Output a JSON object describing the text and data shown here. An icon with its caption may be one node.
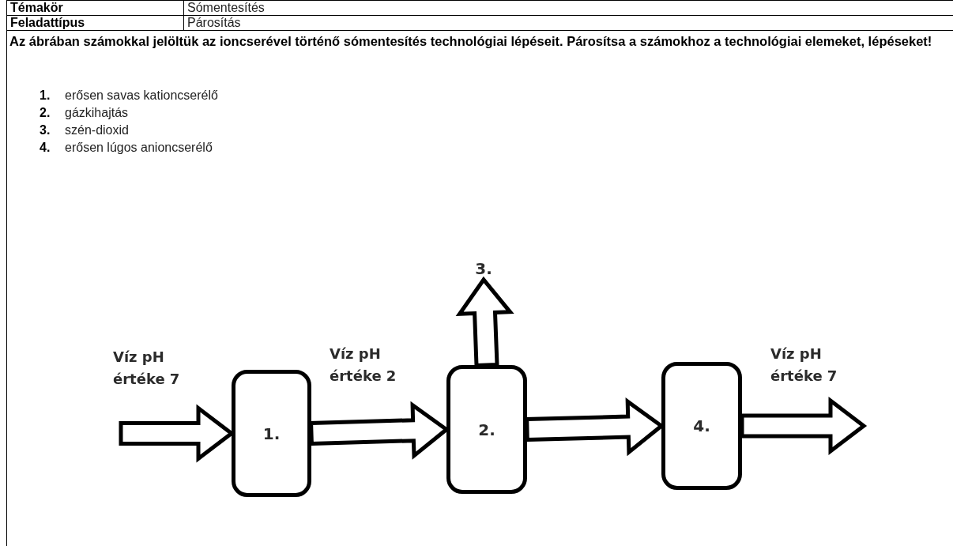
{
  "diagram": {
    "nodes": [
      {
        "text": [
          "1."
        ]
      },
      {
        "text": [
          "2."
        ]
      },
      {
        "text": [
          "3."
        ]
      },
      {
        "text": [
          "4."
        ]
      }
    ],
    "edges": [
      {
        "from": null,
        "to": 0,
        "arrow": "to",
        "label": "Víz pH értéke 7"
      },
      {
        "from": 0,
        "to": 1,
        "arrow": "to",
        "label": "Víz pH értéke 2"
      },
      {
        "from": 1,
        "to": 2,
        "arrow": "to"
      },
      {
        "from": 1,
        "to": 3,
        "arrow": "to"
      },
      {
        "from": 3,
        "to": null,
        "arrow": "to",
        "label": "Víz pH értéke 7"
      }
    ],
    "labels": [
      "Témakör",
      "Sómentesítés",
      "Feladattípus",
      "Párosítás",
      "Az ábrában számokkal jelöltük az ioncserével történő sómentesítés technológiai lépéseit. Párosítsa a számokhoz a technológiai elemeket, lépéseket!",
      "1.",
      "erősen savas kationcserélő",
      "2.",
      "gázkihajtás",
      "3.",
      "szén-dioxid",
      "4.",
      "erősen lúgos anioncserélő"
    ]
  }
}
